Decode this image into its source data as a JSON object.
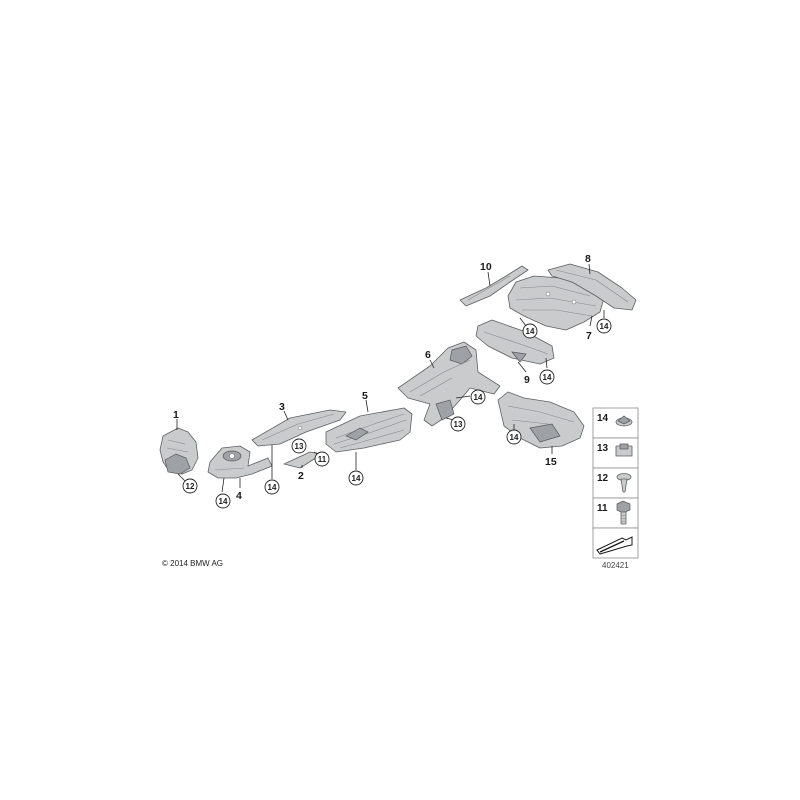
{
  "copyright": "© 2014 BMW AG",
  "diagram_number": "402421",
  "labels": {
    "p1": "1",
    "p2": "2",
    "p3": "3",
    "p4": "4",
    "p5": "5",
    "p6": "6",
    "p7": "7",
    "p8": "8",
    "p9": "9",
    "p10": "10",
    "p15": "15",
    "c11": "11",
    "c12": "12",
    "c13a": "13",
    "c13b": "13",
    "c14_4": "14",
    "c14_3": "14",
    "c14_5": "14",
    "c14_6": "14",
    "c14_9a": "14",
    "c14_9b": "14",
    "c14_8": "14",
    "c14_15": "14"
  },
  "legend": [
    {
      "number": "14",
      "icon": "clip-nut-icon"
    },
    {
      "number": "13",
      "icon": "spring-nut-icon"
    },
    {
      "number": "12",
      "icon": "expanding-rivet-icon"
    },
    {
      "number": "11",
      "icon": "hex-flange-bolt-icon"
    }
  ],
  "colors": {
    "part_fill": "#c9cbcd",
    "part_stroke": "#5d6064",
    "line": "#222222"
  }
}
